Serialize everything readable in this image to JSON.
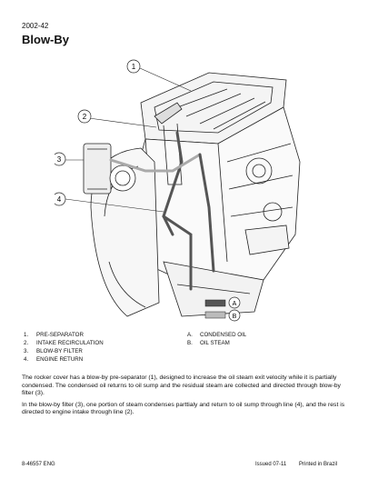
{
  "header": {
    "page_code": "2002-42",
    "title": "Blow-By"
  },
  "figure": {
    "callouts": [
      "1",
      "2",
      "3",
      "4"
    ],
    "key_labels": [
      "A",
      "B"
    ],
    "key_colors": [
      "#555555",
      "#bbbbbb"
    ]
  },
  "legend": {
    "numbered": [
      {
        "num": "1.",
        "text": "PRE-SEPARATOR"
      },
      {
        "num": "2.",
        "text": "INTAKE RECIRCULATION"
      },
      {
        "num": "3.",
        "text": "BLOW-BY FILTER"
      },
      {
        "num": "4.",
        "text": "ENGINE RETURN"
      }
    ],
    "lettered": [
      {
        "num": "A.",
        "text": "CONDENSED OIL"
      },
      {
        "num": "B.",
        "text": "OIL STEAM"
      }
    ]
  },
  "body": {
    "paragraph_1": "The rocker cover has a blow-by pre-separator (1), designed to increase the oil steam exit velocity while it is partially condensed. The condensed oil returns to oil sump and the residual steam are collected and directed through blow-by filter (3).",
    "paragraph_2": "In the blow-by filter (3), one portion of steam condenses parttialy and return to oil sump through line (4), and the rest is directed to engine intake through line (2)."
  },
  "footer": {
    "doc_number": "8-46557 ENG",
    "issued": "Issued 07-11",
    "printed": "Printed in Brazil"
  }
}
